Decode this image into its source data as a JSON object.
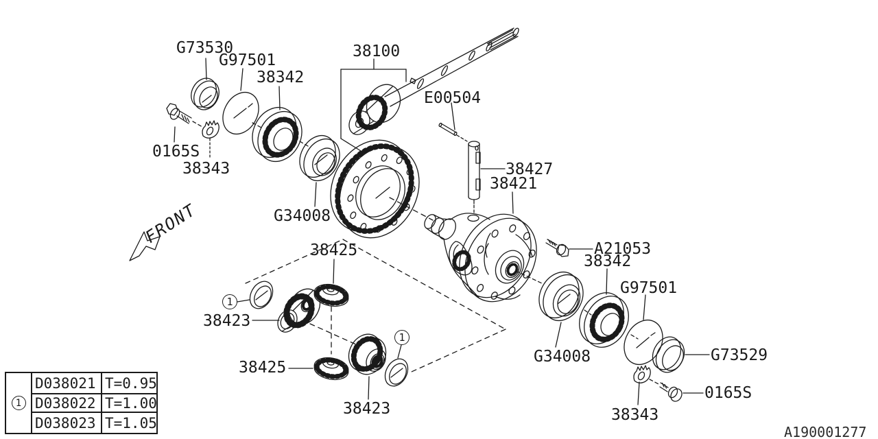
{
  "diagram": {
    "title_hint": "differential gear exploded parts diagram",
    "doc_number": "A190001277",
    "front_label": "FRONT",
    "callout_symbol": "1",
    "colors": {
      "line": "#1a1a1a",
      "background": "#ffffff"
    },
    "labels": [
      {
        "id": "g73530",
        "text": "G73530"
      },
      {
        "id": "g97501-left",
        "text": "G97501"
      },
      {
        "id": "38342-left",
        "text": "38342"
      },
      {
        "id": "38100",
        "text": "38100"
      },
      {
        "id": "e00504",
        "text": "E00504"
      },
      {
        "id": "38427",
        "text": "38427"
      },
      {
        "id": "38421",
        "text": "38421"
      },
      {
        "id": "0165s-left",
        "text": "0165S"
      },
      {
        "id": "38343-left",
        "text": "38343"
      },
      {
        "id": "g34008-left",
        "text": "G34008"
      },
      {
        "id": "38425-top",
        "text": "38425"
      },
      {
        "id": "a21053",
        "text": "A21053"
      },
      {
        "id": "38342-right",
        "text": "38342"
      },
      {
        "id": "g97501-right",
        "text": "G97501"
      },
      {
        "id": "38423-left",
        "text": "38423"
      },
      {
        "id": "38425-bottom",
        "text": "38425"
      },
      {
        "id": "g34008-right",
        "text": "G34008"
      },
      {
        "id": "g73529",
        "text": "G73529"
      },
      {
        "id": "38423-right",
        "text": "38423"
      },
      {
        "id": "38343-right",
        "text": "38343"
      },
      {
        "id": "0165s-right",
        "text": "0165S"
      }
    ],
    "shim_table": {
      "callout": "1",
      "rows": [
        {
          "part": "D038021",
          "thickness": "T=0.95"
        },
        {
          "part": "D038022",
          "thickness": "T=1.00"
        },
        {
          "part": "D038023",
          "thickness": "T=1.05"
        }
      ]
    }
  }
}
